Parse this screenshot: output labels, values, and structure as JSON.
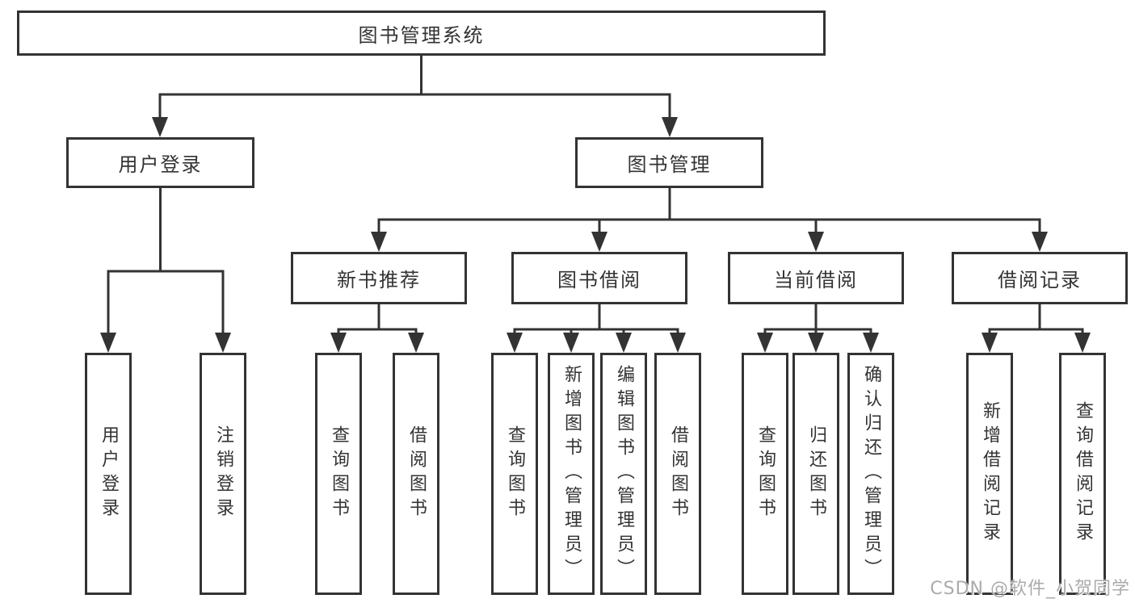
{
  "diagram": {
    "root": {
      "label": "图书管理系统",
      "children": [
        {
          "label": "用户登录",
          "children": [
            {
              "label": "用户登录"
            },
            {
              "label": "注销登录"
            }
          ]
        },
        {
          "label": "图书管理",
          "children": [
            {
              "label": "新书推荐",
              "children": [
                {
                  "label": "查询图书"
                },
                {
                  "label": "借阅图书"
                }
              ]
            },
            {
              "label": "图书借阅",
              "children": [
                {
                  "label": "查询图书"
                },
                {
                  "label": "新增图书（管理员）"
                },
                {
                  "label": "编辑图书（管理员）"
                },
                {
                  "label": "借阅图书"
                }
              ]
            },
            {
              "label": "当前借阅",
              "children": [
                {
                  "label": "查询图书"
                },
                {
                  "label": "归还图书"
                },
                {
                  "label": "确认归还（管理员）"
                }
              ]
            },
            {
              "label": "借阅记录",
              "children": [
                {
                  "label": "新增借阅记录"
                },
                {
                  "label": "查询借阅记录"
                }
              ]
            }
          ]
        }
      ]
    }
  },
  "watermark": {
    "text": "CSDN @软件_小贺同学"
  },
  "colors": {
    "line": "#333333",
    "text": "#333333",
    "fill": "#ffffff",
    "background": "#ffffff",
    "watermark": "#ababab"
  }
}
